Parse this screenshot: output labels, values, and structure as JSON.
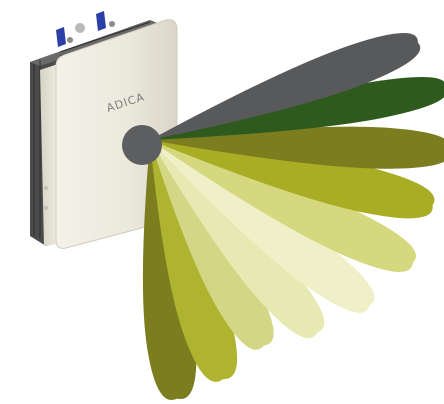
{
  "device": {
    "brand_label": "ADICA",
    "body_color": "#e9e6da",
    "heatsink_color": "#4a4a4a",
    "connector_color": "#2a3fa8"
  },
  "beams": {
    "origin_color": "#5d5e60",
    "lobes": [
      {
        "name": "beam-1",
        "color": "#58595b"
      },
      {
        "name": "beam-2",
        "color": "#2f5a1d"
      },
      {
        "name": "beam-3",
        "color": "#7b7d1f"
      },
      {
        "name": "beam-4",
        "color": "#a9ad24"
      },
      {
        "name": "beam-5",
        "color": "#d5d87e"
      },
      {
        "name": "beam-6",
        "color": "#f0f0c8"
      },
      {
        "name": "beam-7",
        "color": "#e7e9b2"
      },
      {
        "name": "beam-8",
        "color": "#d3d685"
      },
      {
        "name": "beam-9",
        "color": "#aeb430"
      },
      {
        "name": "beam-10",
        "color": "#7b7d1f"
      }
    ]
  }
}
